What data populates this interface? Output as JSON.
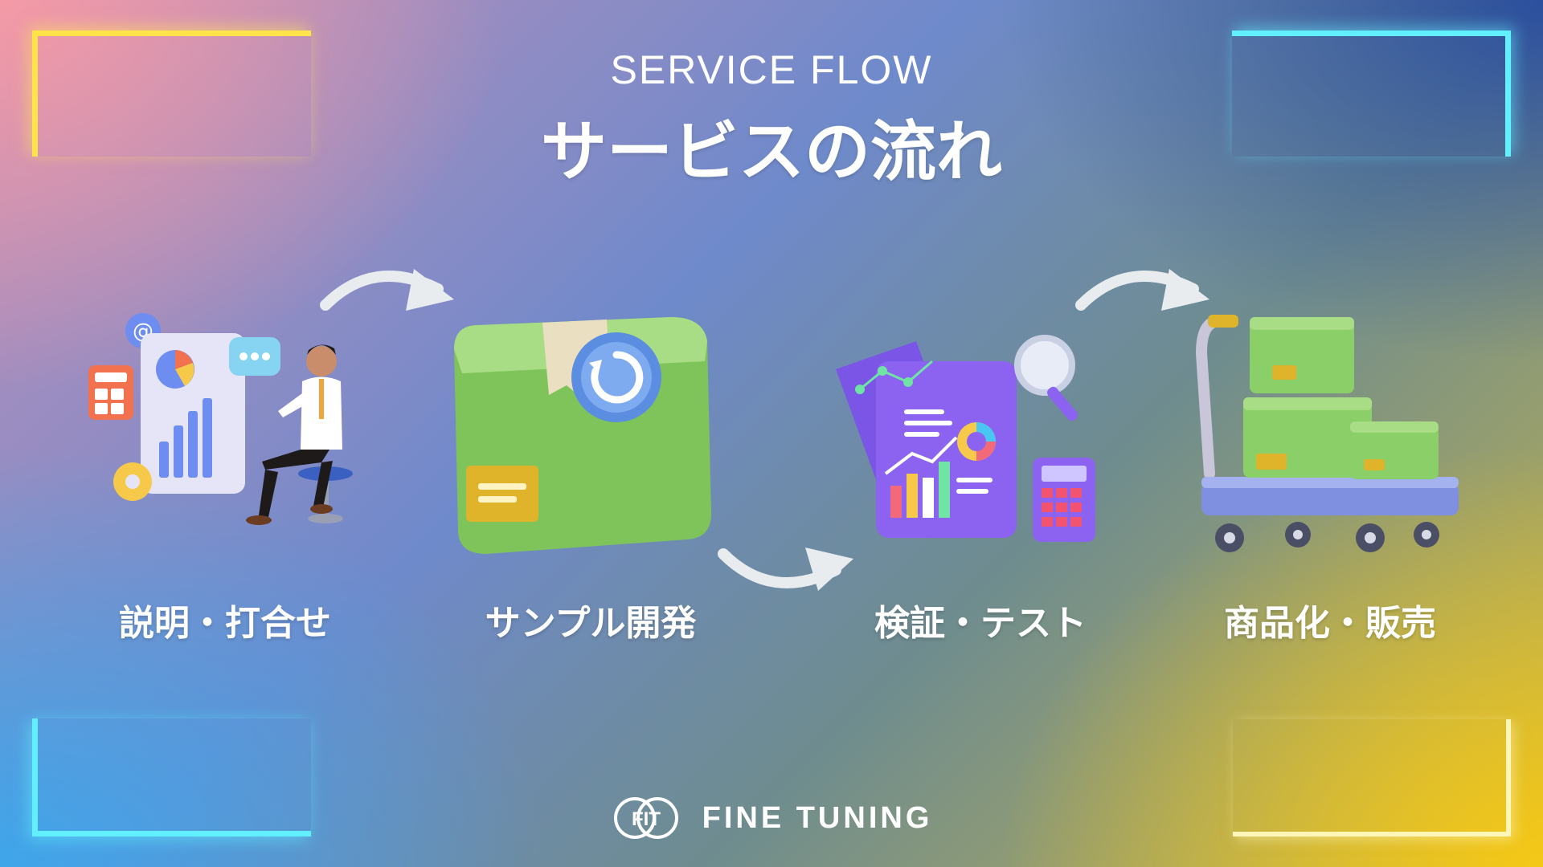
{
  "header": {
    "eyebrow": "SERVICE FLOW",
    "title": "サービスの流れ"
  },
  "steps": [
    {
      "label": "説明・打合せ",
      "icon": "presentation-icon"
    },
    {
      "label": "サンプル開発",
      "icon": "sample-box-icon"
    },
    {
      "label": "検証・テスト",
      "icon": "report-analysis-icon"
    },
    {
      "label": "商品化・販売",
      "icon": "cart-boxes-icon"
    }
  ],
  "footer": {
    "brand_mark": "FIT",
    "brand_name": "FINE TUNING"
  },
  "colors": {
    "accent_yellow": "#ffe34a",
    "accent_cyan": "#62f0ff",
    "box_green": "#8fd36a"
  }
}
